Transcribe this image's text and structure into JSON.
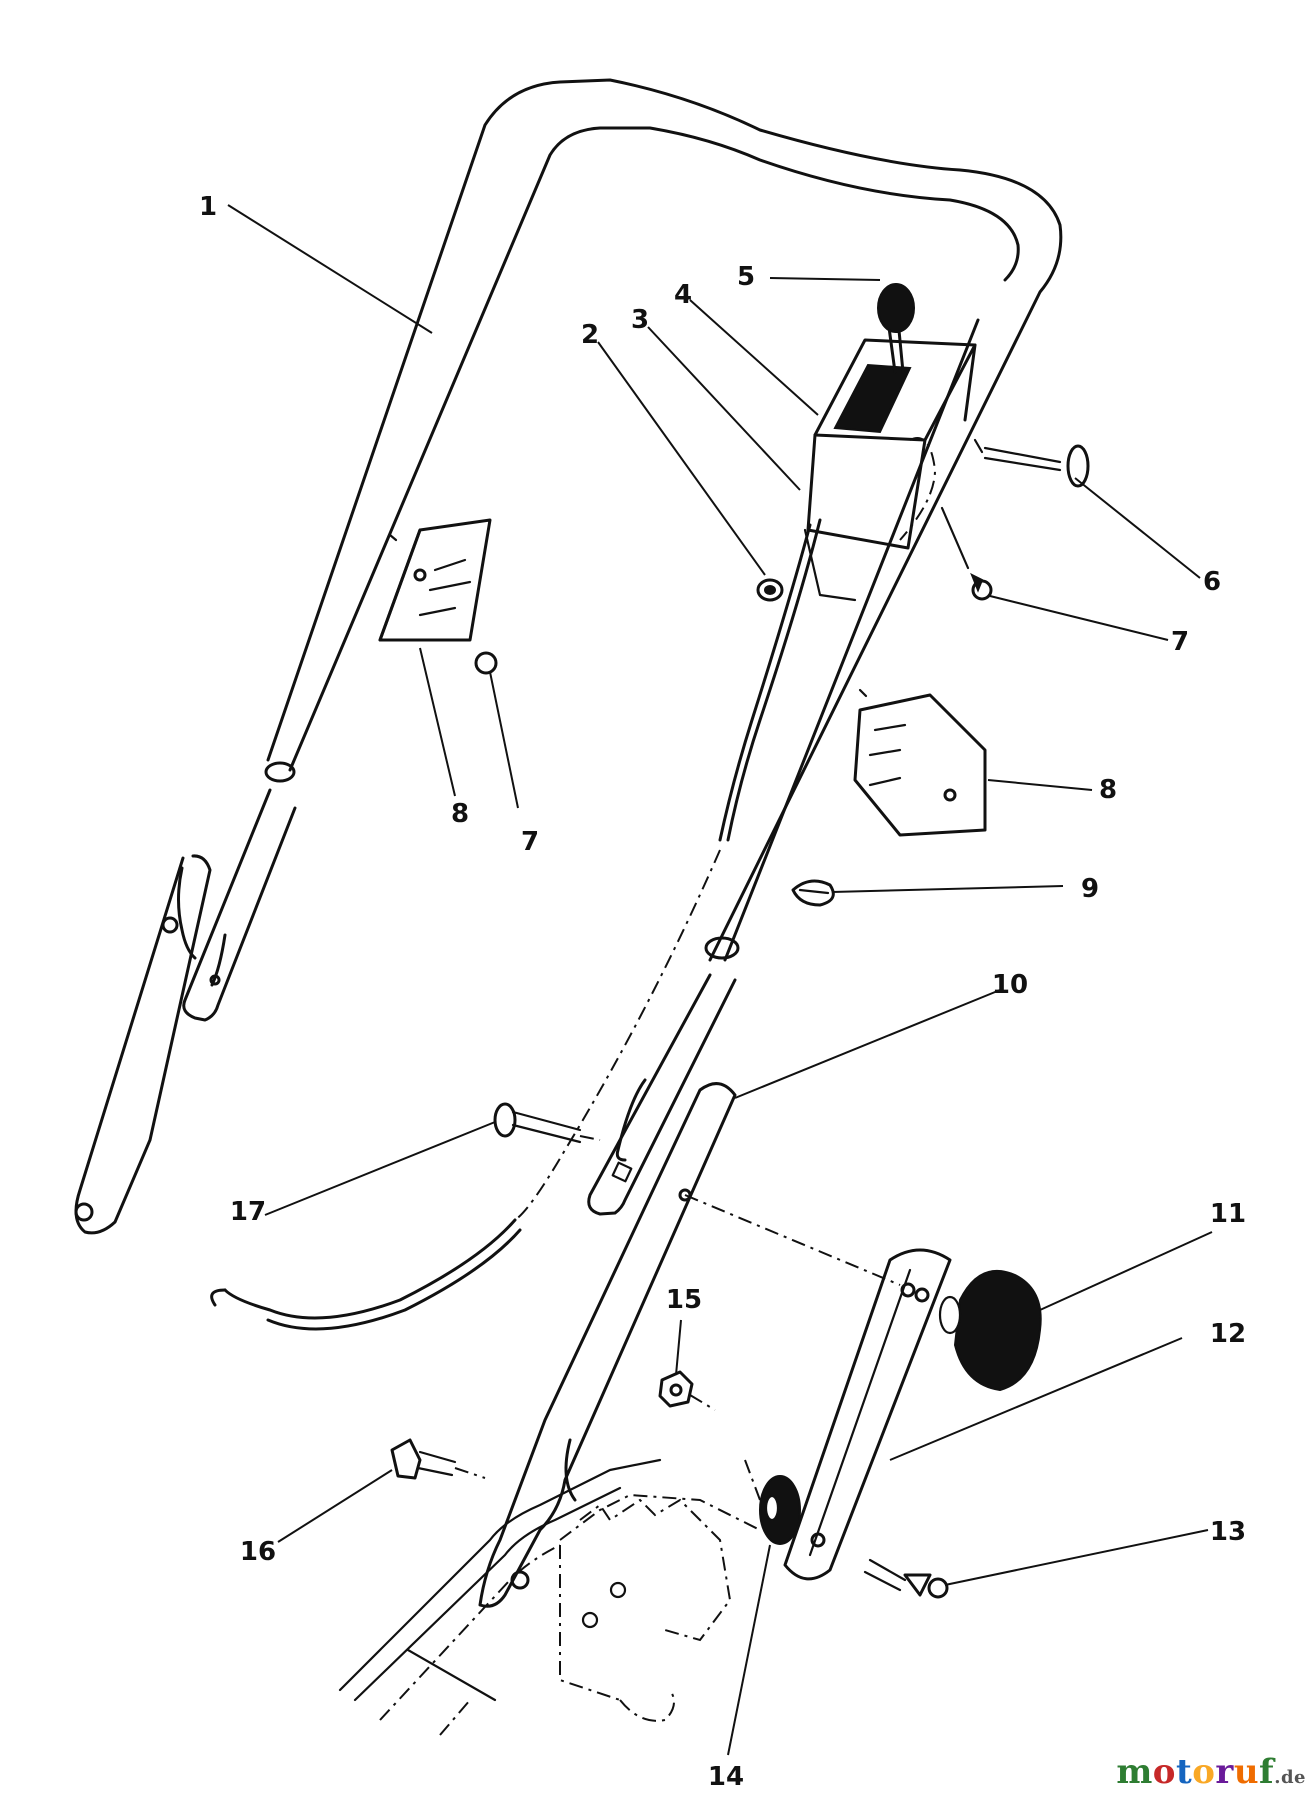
{
  "callouts": {
    "c1": "1",
    "c2": "2",
    "c3": "3",
    "c4": "4",
    "c5": "5",
    "c6": "6",
    "c7a": "7",
    "c7b": "7",
    "c8a": "8",
    "c8b": "8",
    "c9": "9",
    "c10": "10",
    "c11": "11",
    "c12": "12",
    "c13": "13",
    "c14": "14",
    "c15": "15",
    "c16": "16",
    "c17": "17"
  },
  "watermark": {
    "letters": [
      "m",
      "o",
      "t",
      "o",
      "r",
      "u",
      "f"
    ],
    "suffix": ".de",
    "colors": [
      "#2e7d32",
      "#c62828",
      "#1565c0",
      "#f9a825",
      "#6a1b9a",
      "#ef6c00",
      "#2e7d32"
    ]
  }
}
